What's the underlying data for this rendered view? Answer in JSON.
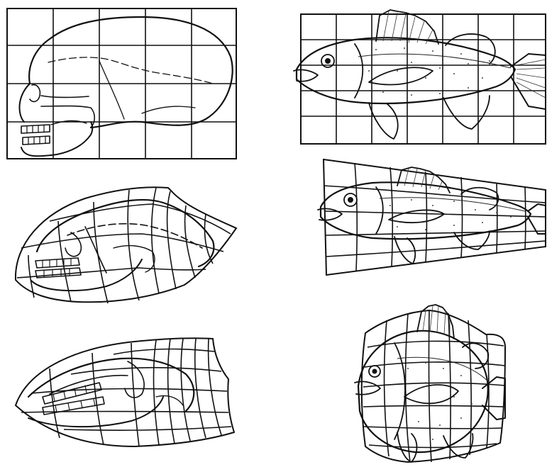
{
  "figure": {
    "panels": [
      {
        "id": "skull-original",
        "subject": "skull",
        "transform": "none"
      },
      {
        "id": "skull-transform-1",
        "subject": "skull",
        "transform": "curvilinear"
      },
      {
        "id": "skull-transform-2",
        "subject": "skull",
        "transform": "curvilinear"
      },
      {
        "id": "fish-original",
        "subject": "fish",
        "transform": "none"
      },
      {
        "id": "fish-transform-1",
        "subject": "fish",
        "transform": "tapered"
      },
      {
        "id": "fish-transform-2",
        "subject": "fish",
        "transform": "deepened"
      }
    ],
    "colors": {
      "ink": "#111111",
      "background": "#ffffff"
    }
  }
}
